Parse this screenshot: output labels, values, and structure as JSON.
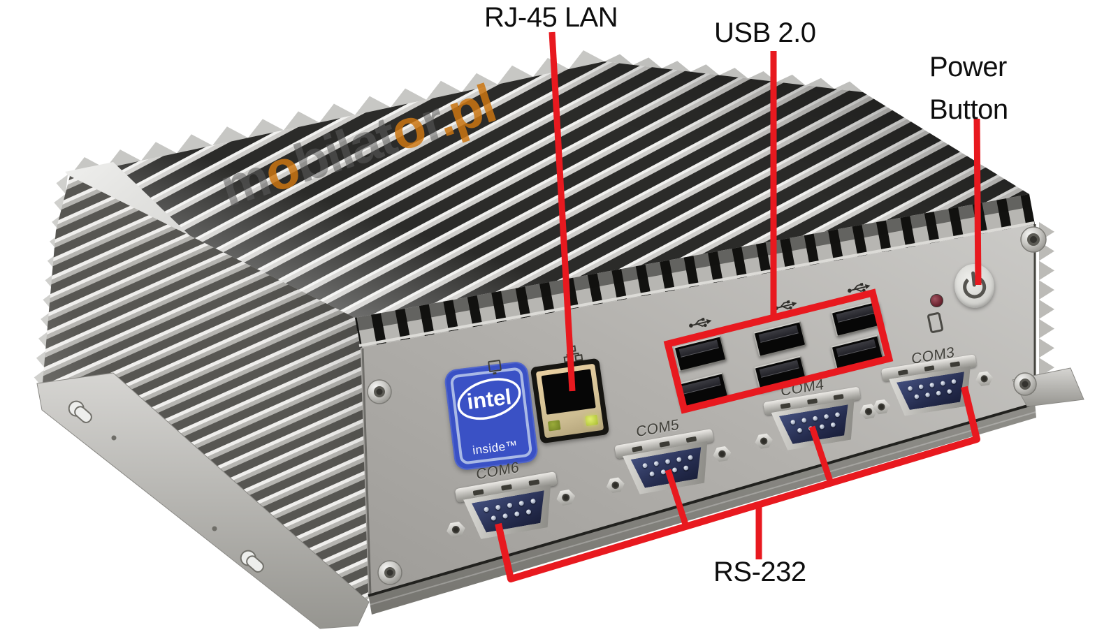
{
  "subject": "Fanless industrial mini PC with aluminum heatsink fins, front I/O panel and red annotation callouts",
  "watermark": {
    "parts": [
      {
        "text": "m",
        "color": "gray"
      },
      {
        "text": "o",
        "color": "orange"
      },
      {
        "text": "bilat",
        "color": "gray"
      },
      {
        "text": "o",
        "color": "orange"
      },
      {
        "text": "r",
        "color": "gray"
      },
      {
        "text": ".pl",
        "color": "orange"
      }
    ],
    "colors": {
      "gray": "rgba(92,92,92,0.55)",
      "orange": "rgba(203,118,18,0.85)"
    }
  },
  "annotations": {
    "rj45_label": "RJ-45 LAN",
    "usb_label": "USB 2.0",
    "power_label_line1": "Power",
    "power_label_line2": "Button",
    "rs232_label": "RS-232",
    "line_color": "#e8191f",
    "label_color": "#0e0e0e"
  },
  "device": {
    "com_ports": [
      {
        "label": "COM6"
      },
      {
        "label": "COM5"
      },
      {
        "label": "COM4"
      },
      {
        "label": "COM3"
      }
    ],
    "usb_ports_count": 6,
    "intel_badge": {
      "logo": "intel",
      "tagline": "inside™",
      "background": "#3a51c5"
    },
    "icons": {
      "usb": "usb-trident-icon",
      "lan": "lan-network-icon",
      "power": "power-symbol-icon",
      "hdd": "hdd-indicator-icon",
      "pc": "pc-indicator-icon"
    },
    "status_led_color": "#6d2531"
  }
}
